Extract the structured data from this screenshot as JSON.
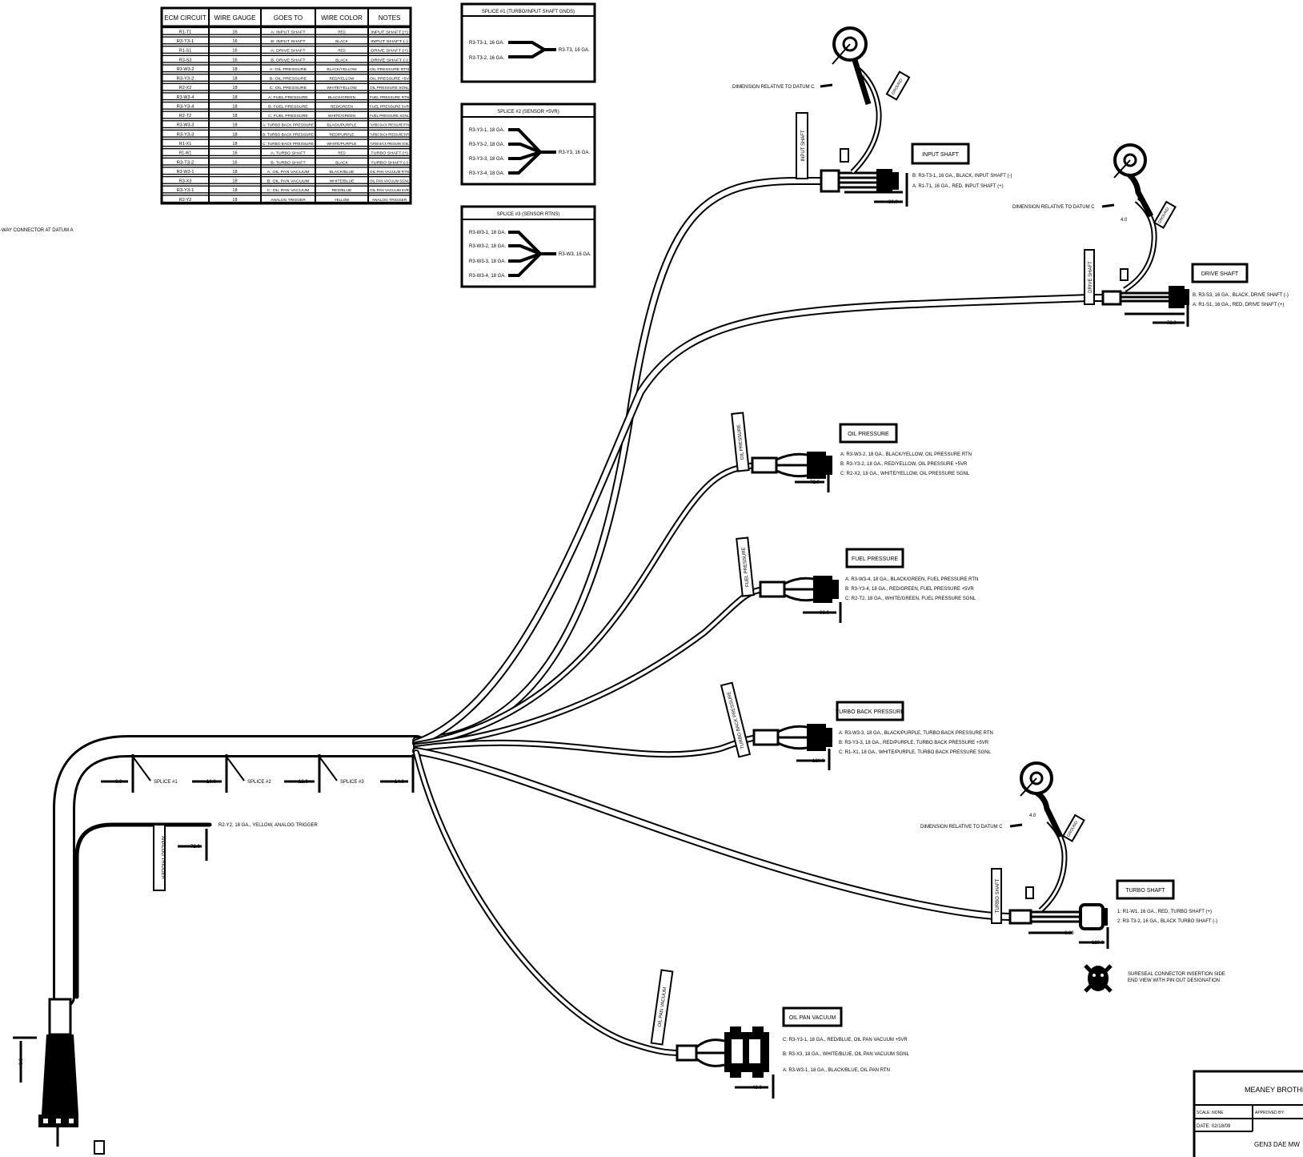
{
  "ecm_table": {
    "headers": [
      "ECM CIRCUIT",
      "WIRE GAUGE",
      "GOES TO",
      "WIRE COLOR",
      "NOTES"
    ],
    "rows": [
      [
        "R1-T1",
        "16",
        "A: INPUT SHAFT",
        "RED",
        "INPUT SHAFT (+)"
      ],
      [
        "R3-T3-1",
        "16",
        "B: INPUT SHAFT",
        "BLACK",
        "INPUT SHAFT (-)"
      ],
      [
        "R1-S1",
        "16",
        "A: DRIVE SHAFT",
        "RED",
        "DRIVE SHAFT (+)"
      ],
      [
        "R3-S3",
        "16",
        "B: DRIVE SHAFT",
        "BLACK",
        "DRIVE SHAFT (-)"
      ],
      [
        "R3-W3-2",
        "18",
        "A: OIL PRESSURE",
        "BLACK/YELLOW",
        "OIL PRESSURE RTN"
      ],
      [
        "R3-Y3-2",
        "18",
        "B: OIL PRESSURE",
        "RED/YELLOW",
        "OIL PRESSURE +5V"
      ],
      [
        "R2-X2",
        "18",
        "C: OIL PRESSURE",
        "WHITE/YELLOW",
        "OIL PRESSURE SGNL"
      ],
      [
        "R3-W3-4",
        "18",
        "A: FUEL PRESSURE",
        "BLACK/GREEN",
        "FUEL PRESSURE RTN"
      ],
      [
        "R3-Y3-4",
        "18",
        "B: FUEL PRESSURE",
        "RED/GREEN",
        "FUEL PRESSURE 5VR"
      ],
      [
        "R2-T2",
        "18",
        "C: FUEL PRESSURE",
        "WHITE/GREEN",
        "FUEL PRESSURE SGNL"
      ],
      [
        "R3-W3-3",
        "18",
        "A: TURBO BACK PRESSURE",
        "BLACK/PURPLE",
        "TURBO BACK PRESSURE RTN"
      ],
      [
        "R3-Y3-3",
        "18",
        "B: TURBO BACK PRESSURE",
        "RED/PURPLE",
        "TURBO BACK PRESSURE 5VR"
      ],
      [
        "R1-X1",
        "18",
        "C: TURBO BACK PRESSURE",
        "WHITE/PURPLE",
        "TURBO BACK PRESSURE SGNL"
      ],
      [
        "R1-W1",
        "16",
        "A: TURBO SHAFT",
        "RED",
        "TURBO SHAFT (+)"
      ],
      [
        "R3-T3-2",
        "16",
        "B: TURBO SHAFT",
        "BLACK",
        "TURBO SHAFT (-)"
      ],
      [
        "R3-W3-1",
        "18",
        "A: OIL PAN VACUUM",
        "BLACK/BLUE",
        "OIL PAN VACUUM RTN"
      ],
      [
        "R3-X3",
        "18",
        "B: OIL PAN VACUUM",
        "WHITE/BLUE",
        "OIL PAN VACUUM SGNL"
      ],
      [
        "R3-Y3-1",
        "18",
        "C: OIL PAN VACUUM",
        "RED/BLUE",
        "OIL PAN VACUUM 5VR"
      ],
      [
        "R2-Y2",
        "18",
        "ANALOG TRIGGER",
        "YELLOW",
        "ANALOG TRIGGER"
      ]
    ]
  },
  "splices": [
    {
      "title": "SPLICE #1 (TURBO/INPUT SHAFT GNDS)",
      "inputs": [
        "R3-T3-1, 16 GA.",
        "R3-T3-2, 16 GA."
      ],
      "output": "R3-T3, 16 GA."
    },
    {
      "title": "SPLICE #2 (SENSOR +5VR)",
      "inputs": [
        "R3-Y3-1, 18 GA.",
        "R3-Y3-2, 18 GA.",
        "R3-Y3-3, 18 GA.",
        "R3-Y3-4, 18 GA."
      ],
      "output": "R3-Y3, 16 GA."
    },
    {
      "title": "SPLICE #3 (SENSOR RTNS)",
      "inputs": [
        "R3-W3-1, 18 GA.",
        "R3-W3-2, 18 GA.",
        "R3-W3-3, 18 GA.",
        "R3-W3-4, 18 GA."
      ],
      "output": "R3-W3, 16 GA."
    }
  ],
  "datum_a_note": "-WAY CONNECTOR AT DATUM A",
  "dimension_label": "DIMENSION RELATIVE TO DATUM C",
  "ring_dim": "4.0",
  "branches": {
    "input_shaft": {
      "label": "INPUT SHAFT",
      "flag": "INPUT SHAFT",
      "ring_flag": "GROUND",
      "pins": [
        "B: R3-T3-1, 16 GA., BLACK, INPUT SHAFT (-)",
        "A: R1-T1, 16 GA., RED, INPUT SHAFT (+)"
      ],
      "dim": "60.0"
    },
    "drive_shaft": {
      "label": "DRIVE SHAFT",
      "flag": "DRIVE SHAFT",
      "ring_flag": "GROUND",
      "pins": [
        "B: R3-S3, 16 GA., BLACK, DRIVE SHAFT (-)",
        "A: R1-S1, 16 GA., RED, DRIVE SHAFT (+)"
      ],
      "dim": "72.0"
    },
    "oil_pressure": {
      "label": "OIL PRESSURE",
      "flag": "OIL PRESSURE",
      "pins": [
        "A: R3-W3-2, 18 GA., BLACK/YELLOW, OIL PRESSURE RTN",
        "B: R3-Y3-2, 18 GA., RED/YELLOW, OIL PRESSURE +5VR",
        "C: R2-X2, 18 GA., WHITE/YELLOW, OIL PRESSURE SGNL"
      ],
      "dim": "72.0"
    },
    "fuel_pressure": {
      "label": "FUEL PRESSURE",
      "flag": "FUEL PRESSURE",
      "pins": [
        "A: R3-W3-4, 18 GA., BLACK/GREEN, FUEL PRESSURE RTN",
        "B: R3-Y3-4, 18 GA., RED/GREEN, FUEL PRESSURE +5VR",
        "C: R2-T2, 18 GA., WHITE/GREEN, FUEL PRESSURE SGNL"
      ],
      "dim": "96.0"
    },
    "turbo_back_pressure": {
      "label": "TURBO BACK PRESSURE",
      "flag": "TURBO BACK PRESSURE",
      "pins": [
        "A: R3-W3-3, 18 GA., BLACK/PURPLE, TURBO BACK PRESSURE RTN",
        "B: R3-Y3-3, 18 GA., RED/PURPLE, TURBO BACK PRESSURE +5VR",
        "C: R1-X1, 18 GA., WHITE/PURPLE, TURBO BACK PRESSURE SGNL"
      ],
      "dim": "120.0"
    },
    "turbo_shaft": {
      "label": "TURBO SHAFT",
      "flag": "TURBO SHAFT",
      "ring_flag": "GROUND",
      "pins": [
        "1: R1-W1, 16 GA., RED, TURBO SHAFT (+)",
        "2: R3-T3-2, 16 GA., BLACK TURBO SHAFT (-)"
      ],
      "dim": "120.0",
      "dim2": "6.00"
    },
    "oil_pan_vacuum": {
      "label": "OIL PAN VACUUM",
      "flag": "OIL PAN VACUUM",
      "pins": [
        "C: R3-Y3-1, 18 GA., RED/BLUE, OIL PAN VACUUM +5VR",
        "B: R3-X3, 18 GA., WHITE/BLUE, OIL PAN VACUUM SGNL",
        "A: R3-W3-1, 18 GA., BLACK/BLUE, OIL PAN RTN"
      ],
      "dim": "48.0"
    },
    "analog_trigger": {
      "flag": "ANALOG TRIGGER",
      "label": "R2-Y2, 18 GA., YELLOW, ANALOG TRIGGER",
      "dim": "72.0"
    }
  },
  "trunk_splices": [
    {
      "label": "SPLICE #1",
      "dim": "6.0"
    },
    {
      "label": "SPLICE #2",
      "dim": "10.0"
    },
    {
      "label": "SPLICE #3",
      "dim": "12.0"
    },
    {
      "label": "",
      "dim": "14.0"
    }
  ],
  "datum_dim": "6.0",
  "sureseal_note": [
    "SURESEAL CONNECTOR INSERTION SIDE",
    "END VIEW WITH PIN OUT DESIGNATION"
  ],
  "title_block": {
    "company": "MEANEY BROTHERS",
    "scale": "SCALE: NONE",
    "approved": "APPROVED BY:",
    "date": "DATE: 02/18/09",
    "drawing": "GEN3 DAE MW"
  }
}
